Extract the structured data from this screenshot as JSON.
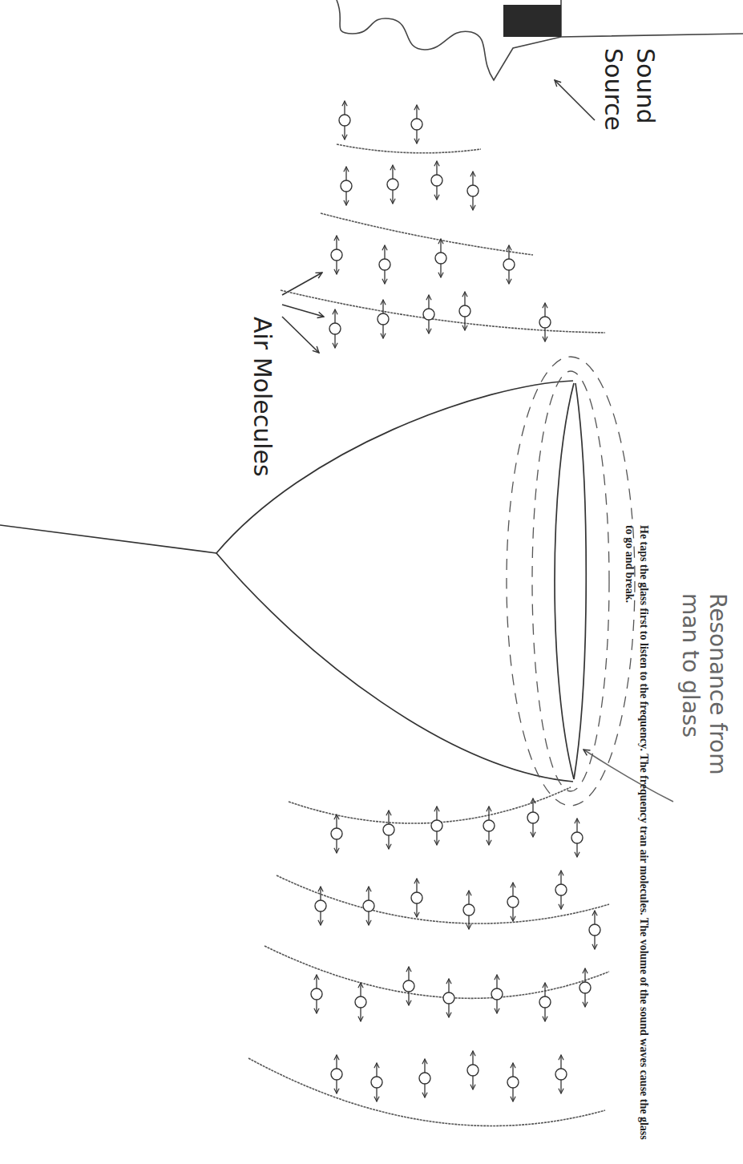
{
  "diagram": {
    "caption": "He taps the glass first to listen to the frequency. The frequency tran air molecules. The volume of the sound waves cause the glass to go and break.",
    "labels": [
      "Sound Source",
      "Air Molecules",
      "Resonance from man to glass"
    ]
  }
}
